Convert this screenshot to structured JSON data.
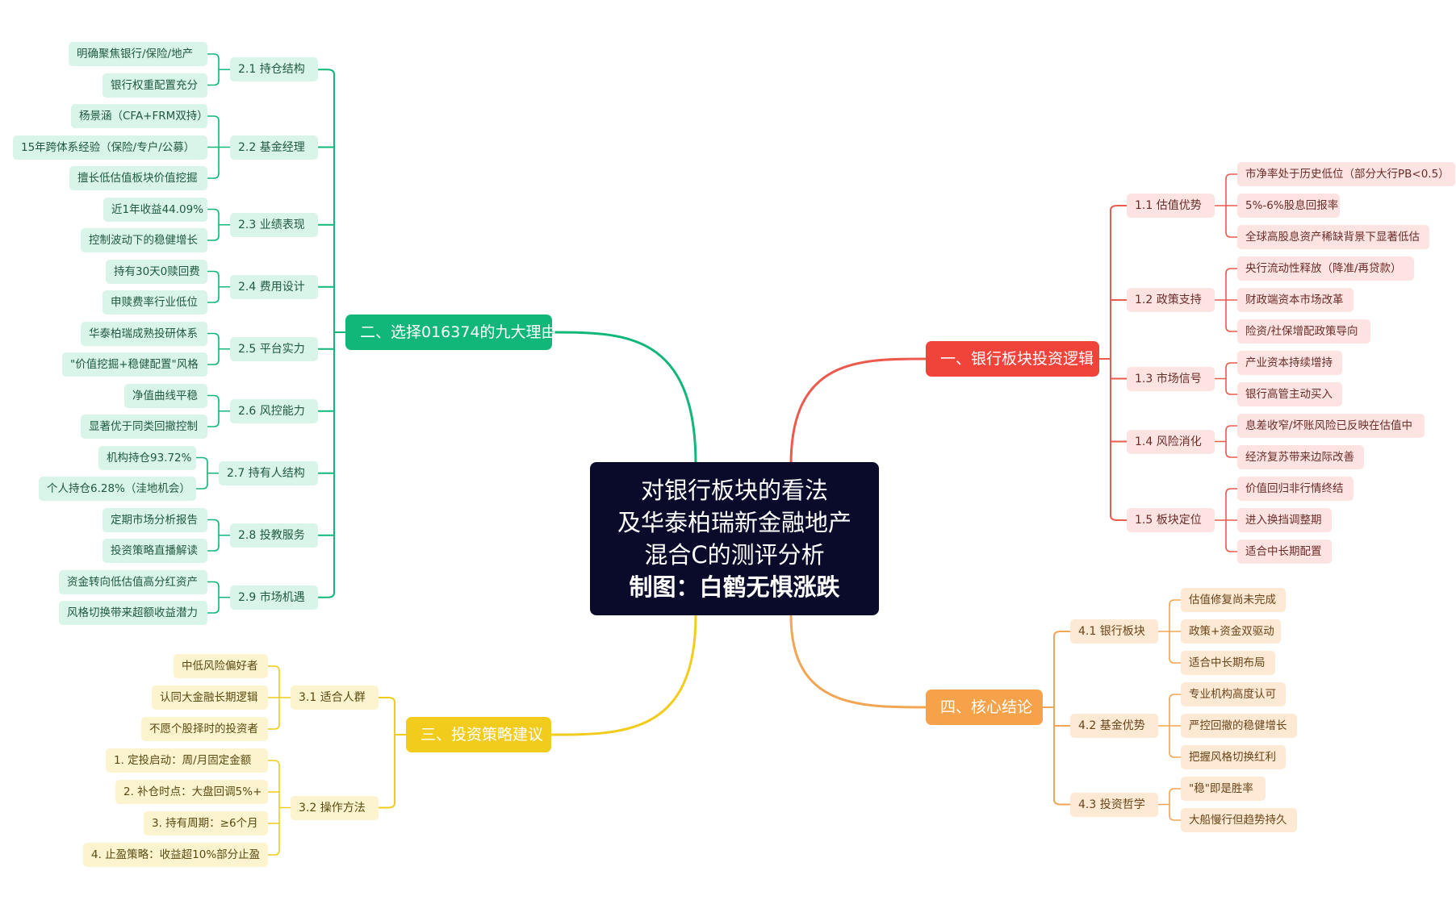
{
  "center": {
    "line1": "对银行板块的看法",
    "line2": "及华泰柏瑞新金融地产",
    "line3": "混合C的测评分析",
    "credit": "制图：白鹤无惧涨跌"
  },
  "colors": {
    "center_bg": "#0a0b2a",
    "red": "#f0433a",
    "green": "#11b779",
    "yellow": "#f1cc1c",
    "orange": "#f5a24a"
  },
  "branches": [
    {
      "id": "b1",
      "label": "一、银行板块投资逻辑",
      "color": "red",
      "subs": [
        {
          "label": "1.1 估值优势",
          "leaves": [
            "市净率处于历史低位（部分大行PB<0.5）",
            "5%-6%股息回报率",
            "全球高股息资产稀缺背景下显著低估"
          ]
        },
        {
          "label": "1.2 政策支持",
          "leaves": [
            "央行流动性释放（降准/再贷款）",
            "财政端资本市场改革",
            "险资/社保增配政策导向"
          ]
        },
        {
          "label": "1.3 市场信号",
          "leaves": [
            "产业资本持续增持",
            "银行高管主动买入"
          ]
        },
        {
          "label": "1.4 风险消化",
          "leaves": [
            "息差收窄/坏账风险已反映在估值中",
            "经济复苏带来边际改善"
          ]
        },
        {
          "label": "1.5 板块定位",
          "leaves": [
            "价值回归非行情终结",
            "进入换挡调整期",
            "适合中长期配置"
          ]
        }
      ]
    },
    {
      "id": "b2",
      "label": "二、选择016374的九大理由",
      "color": "green",
      "subs": [
        {
          "label": "2.1 持仓结构",
          "leaves": [
            "明确聚焦银行/保险/地产",
            "银行权重配置充分"
          ]
        },
        {
          "label": "2.2 基金经理",
          "leaves": [
            "杨景涵（CFA+FRM双持）",
            "15年跨体系经验（保险/专户/公募）",
            "擅长低估值板块价值挖掘"
          ]
        },
        {
          "label": "2.3 业绩表现",
          "leaves": [
            "近1年收益44.09%",
            "控制波动下的稳健增长"
          ]
        },
        {
          "label": "2.4 费用设计",
          "leaves": [
            "持有30天0赎回费",
            "申赎费率行业低位"
          ]
        },
        {
          "label": "2.5 平台实力",
          "leaves": [
            "华泰柏瑞成熟投研体系",
            "\"价值挖掘+稳健配置\"风格"
          ]
        },
        {
          "label": "2.6 风控能力",
          "leaves": [
            "净值曲线平稳",
            "显著优于同类回撤控制"
          ]
        },
        {
          "label": "2.7 持有人结构",
          "leaves": [
            "机构持仓93.72%",
            "个人持仓6.28%（洼地机会）"
          ]
        },
        {
          "label": "2.8 投教服务",
          "leaves": [
            "定期市场分析报告",
            "投资策略直播解读"
          ]
        },
        {
          "label": "2.9 市场机遇",
          "leaves": [
            "资金转向低估值高分红资产",
            "风格切换带来超额收益潜力"
          ]
        }
      ]
    },
    {
      "id": "b3",
      "label": "三、投资策略建议",
      "color": "yellow",
      "subs": [
        {
          "label": "3.1 适合人群",
          "leaves": [
            "中低风险偏好者",
            "认同大金融长期逻辑",
            "不愿个股择时的投资者"
          ]
        },
        {
          "label": "3.2 操作方法",
          "leaves": [
            "1. 定投启动：周/月固定金额",
            "2. 补仓时点：大盘回调5%+",
            "3. 持有周期：≥6个月",
            "4. 止盈策略：收益超10%部分止盈"
          ]
        }
      ]
    },
    {
      "id": "b4",
      "label": "四、核心结论",
      "color": "orange",
      "subs": [
        {
          "label": "4.1 银行板块",
          "leaves": [
            "估值修复尚未完成",
            "政策+资金双驱动",
            "适合中长期布局"
          ]
        },
        {
          "label": "4.2 基金优势",
          "leaves": [
            "专业机构高度认可",
            "严控回撤的稳健增长",
            "把握风格切换红利"
          ]
        },
        {
          "label": "4.3 投资哲学",
          "leaves": [
            "\"稳\"即是胜率",
            "大船慢行但趋势持久"
          ]
        }
      ]
    }
  ]
}
